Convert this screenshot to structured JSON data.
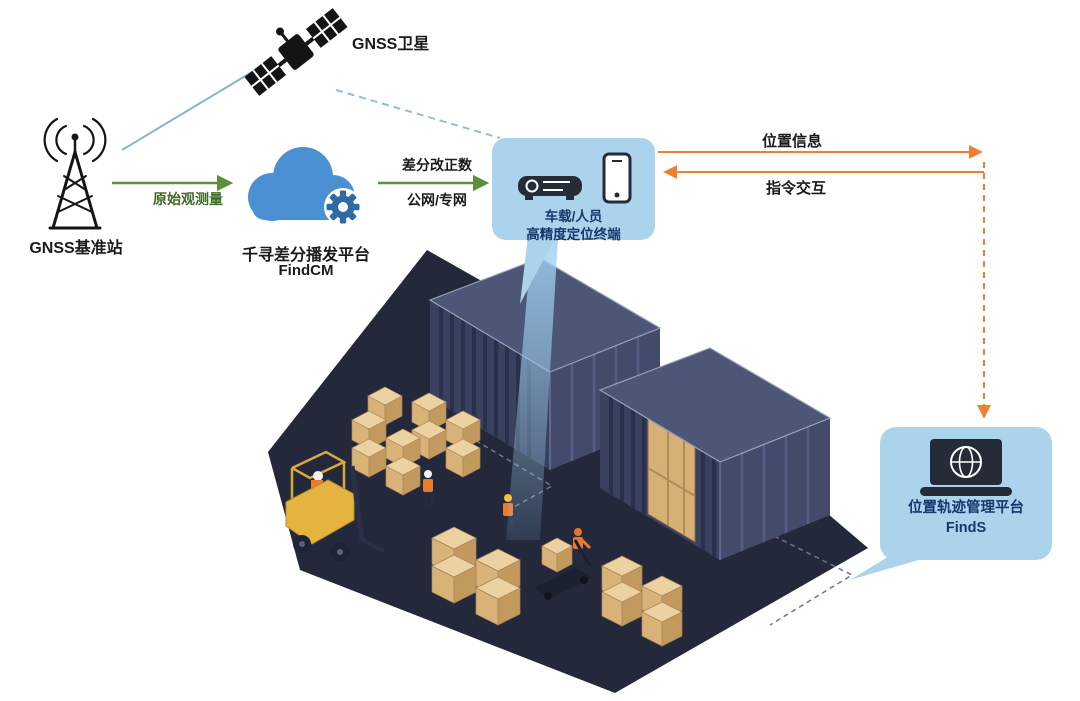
{
  "diagram": {
    "satellite": {
      "label": "GNSS卫星"
    },
    "base_station": {
      "label": "GNSS基准站"
    },
    "cloud_platform": {
      "name": "千寻差分播发平台",
      "product": "FindCM"
    },
    "terminal_box": {
      "line1": "车载/人员",
      "line2": "高精度定位终端"
    },
    "management_box": {
      "line1": "位置轨迹管理平台",
      "line2": "FindS"
    },
    "links": {
      "raw_observation": "原始观测量",
      "correction": "差分改正数",
      "network": "公网/专网",
      "position_info": "位置信息",
      "command_interaction": "指令交互"
    },
    "icons": [
      "satellite-icon",
      "base-station-icon",
      "cloud-gear-icon",
      "receiver-icon",
      "smartphone-icon",
      "laptop-globe-icon",
      "warehouse-scene"
    ],
    "colors": {
      "accent_orange": "#ee7f33",
      "accent_green": "#5c8f3e",
      "signal_teal": "#85b7c8",
      "panel_blue": "#abd4ec",
      "deep_navy_text": "#14386b",
      "cloud_blue": "#4a90d2",
      "scene_navy": "#23283b",
      "carton_tan": "#d9b277",
      "forklift_yellow": "#e5b440"
    }
  }
}
